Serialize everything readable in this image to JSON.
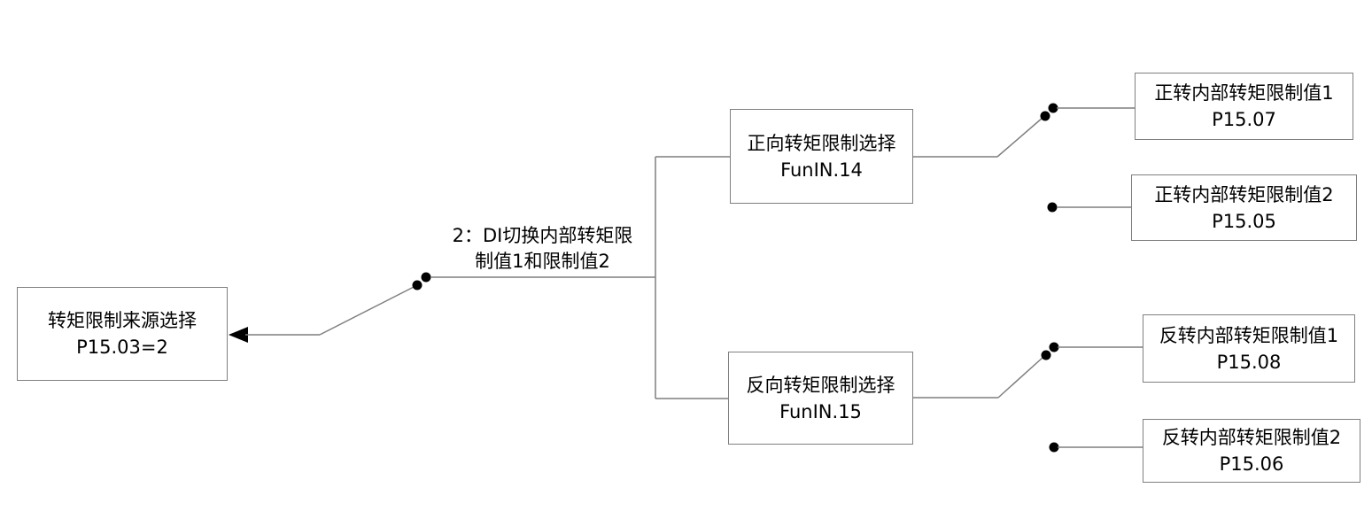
{
  "nodes": {
    "source": {
      "line1": "转矩限制来源选择",
      "line2": "P15.03=2"
    },
    "mode_note": {
      "line1": "2：DI切换内部转矩限",
      "line2": "制值1和限制值2"
    },
    "forward_select": {
      "line1": "正向转矩限制选择",
      "line2": "FunIN.14"
    },
    "reverse_select": {
      "line1": "反向转矩限制选择",
      "line2": "FunIN.15"
    },
    "forward_limit_1": {
      "line1": "正转内部转矩限制值1",
      "line2": "P15.07"
    },
    "forward_limit_2": {
      "line1": "正转内部转矩限制值2",
      "line2": "P15.05"
    },
    "reverse_limit_1": {
      "line1": "反转内部转矩限制值1",
      "line2": "P15.08"
    },
    "reverse_limit_2": {
      "line1": "反转内部转矩限制值2",
      "line2": "P15.06"
    }
  },
  "colors": {
    "line": "#7f7f7f",
    "border": "#7f7f7f",
    "text": "#000000",
    "dot": "#000000",
    "background": "#ffffff"
  }
}
